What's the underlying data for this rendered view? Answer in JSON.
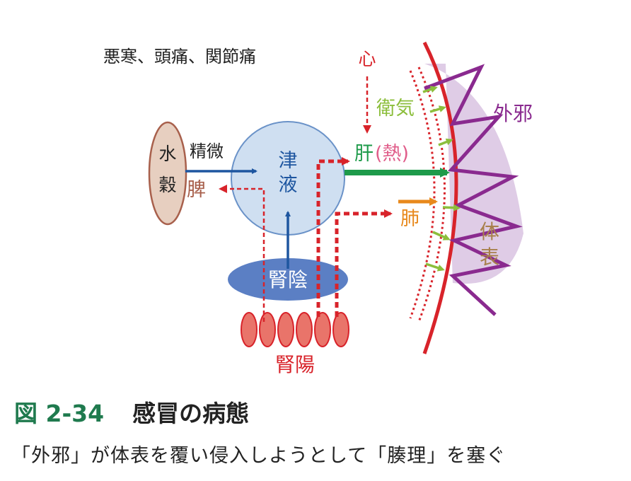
{
  "symptoms": "悪寒、頭痛、関節痛",
  "labels": {
    "kokoro": "心",
    "eiki": "衛気",
    "gaija": "外邪",
    "suikoku_1": "水",
    "suikoku_2": "穀",
    "seibi": "精微",
    "hi": "脾",
    "shineki_1": "津",
    "shineki_2": "液",
    "kan": "肝",
    "netsu": "(熱)",
    "hai": "肺",
    "taihyo_1": "体",
    "taihyo_2": "表",
    "jinin": "腎陰",
    "jinyo": "腎陽"
  },
  "caption": {
    "figure_number": "図 2-34",
    "title": "感冒の病態",
    "subtitle": "「外邪」が体表を覆い侵入しようとして「腠理」を塞ぐ"
  },
  "colors": {
    "red": "#d8232a",
    "purple": "#8a2a8f",
    "lavender": "#d9c3e2",
    "yellow_green": "#8cbe3c",
    "green": "#1e9a4a",
    "blue": "#1e56a0",
    "orange": "#e8891c",
    "brown": "#a8604c",
    "tan": "#e7cfc0",
    "circle_fill": "#cfdff1",
    "ellipse_fill": "#5b7fc4",
    "caption_green": "#1f7a4e"
  }
}
